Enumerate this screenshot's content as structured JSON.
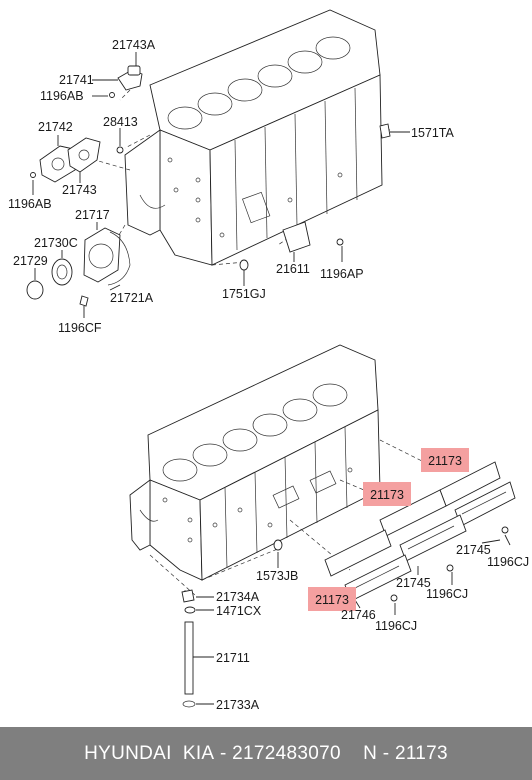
{
  "labels": {
    "p21743A": "21743A",
    "p21741": "21741",
    "p1196AB_top": "1196AB",
    "p28413": "28413",
    "p21742": "21742",
    "p1571TA": "1571TA",
    "p1196AB_left": "1196AB",
    "p21743": "21743",
    "p21717": "21717",
    "p21730C": "21730C",
    "p21729": "21729",
    "p21611": "21611",
    "p1196AP": "1196AP",
    "p1751GJ": "1751GJ",
    "p21721A": "21721A",
    "p1196CF": "1196CF",
    "p21745_a": "21745",
    "p1196CJ_a": "1196CJ",
    "p1573JB": "1573JB",
    "p21745_b": "21745",
    "p1196CJ_b": "1196CJ",
    "p21746": "21746",
    "p1196CJ_c": "1196CJ",
    "p21734A": "21734A",
    "p1471CX": "1471CX",
    "p21711": "21711",
    "p21733A": "21733A"
  },
  "highlights": [
    "21173",
    "21173",
    "21173"
  ],
  "footer": {
    "brand": "HYUNDAI  KIA",
    "sep": " - ",
    "part_number": "2172483070",
    "gap": "    N - ",
    "ref_number": "21173"
  },
  "colors": {
    "highlight": "#f4a0a0",
    "footer_bg": "#7f7f7f",
    "footer_text": "#ffffff"
  }
}
